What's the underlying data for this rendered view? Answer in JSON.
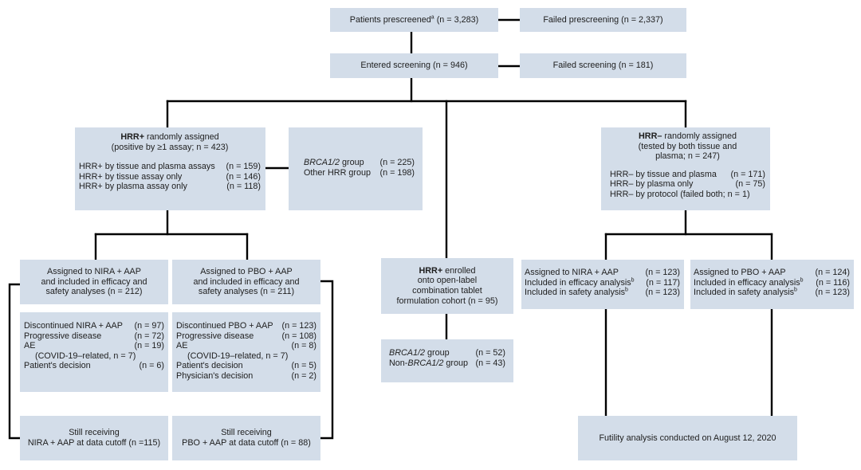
{
  "colors": {
    "box_fill": "#d3dde9",
    "connector": "#000000",
    "text": "#1e1e1e"
  },
  "boxes": {
    "prescreened": {
      "label": "Patients prescreened",
      "sup": "a",
      "count": "(n = 3,283)"
    },
    "failed_prescreening": {
      "text": "Failed prescreening (n = 2,337)"
    },
    "entered_screening": {
      "text": "Entered screening (n = 946)"
    },
    "failed_screening": {
      "text": "Failed screening (n = 181)"
    },
    "hrr_pos": {
      "title_bold": "HRR+",
      "title_rest": " randomly assigned",
      "subtitle": "(positive by ≥1 assay; n = 423)",
      "rows": [
        {
          "label": "HRR+ by tissue and plasma assays",
          "value": "(n = 159)"
        },
        {
          "label": "HRR+ by tissue assay only",
          "value": "(n = 146)"
        },
        {
          "label": "HRR+ by plasma assay only",
          "value": "(n = 118)"
        }
      ]
    },
    "brca_group": {
      "rows": [
        {
          "label_italic": "BRCA1/2",
          "label_rest": " group",
          "value": "(n = 225)"
        },
        {
          "label": "Other HRR group",
          "value": "(n = 198)"
        }
      ]
    },
    "hrr_neg": {
      "title_bold": "HRR–",
      "title_rest": " randomly assigned",
      "line2": "(tested by both tissue and",
      "line3": "plasma; n = 247)",
      "rows": [
        {
          "label": "HRR– by tissue and plasma",
          "value": "(n = 171)"
        },
        {
          "label": "HRR– by plasma only",
          "value": "(n = 75)"
        },
        {
          "label": "HRR– by protocol (failed both; n = 1)"
        }
      ]
    },
    "nira_aap": {
      "lines": [
        "Assigned to NIRA + AAP",
        "and included in efficacy and",
        "safety analyses (n = 212)"
      ]
    },
    "pbo_aap": {
      "lines": [
        "Assigned to PBO + AAP",
        "and included in efficacy and",
        "safety analyses (n = 211)"
      ]
    },
    "cohort": {
      "title_bold": "HRR+",
      "title_rest": " enrolled",
      "lines": [
        "onto open-label",
        "combination tablet",
        "formulation cohort (n = 95)"
      ]
    },
    "neg_nira": {
      "rows": [
        {
          "label": "Assigned to NIRA + AAP",
          "value": "(n = 123)"
        },
        {
          "label": "Included in efficacy analysis",
          "sup": "b",
          "value": "(n = 117)"
        },
        {
          "label": "Included in safety analysis",
          "sup": "b",
          "value": "(n = 123)"
        }
      ]
    },
    "neg_pbo": {
      "rows": [
        {
          "label": "Assigned to PBO + AAP",
          "value": "(n = 124)"
        },
        {
          "label": "Included in efficacy analysis",
          "sup": "b",
          "value": "(n = 116)"
        },
        {
          "label": "Included in safety analysis",
          "sup": "b",
          "value": "(n = 123)"
        }
      ]
    },
    "disc_nira": {
      "rows": [
        {
          "label": "Discontinued NIRA + AAP",
          "value": "(n = 97)"
        },
        {
          "label": "Progressive disease",
          "value": "(n = 72)"
        },
        {
          "label": "AE",
          "value": "(n = 19)"
        },
        {
          "label": "(COVID-19–related, n = 7)"
        },
        {
          "label": "Patient's decision",
          "value": "(n = 6)"
        }
      ]
    },
    "disc_pbo": {
      "rows": [
        {
          "label": "Discontinued PBO + AAP",
          "value": "(n = 123)"
        },
        {
          "label": "Progressive disease",
          "value": "(n = 108)"
        },
        {
          "label": "AE",
          "value": "(n = 8)"
        },
        {
          "label": "(COVID-19–related, n = 7)"
        },
        {
          "label": "Patient's decision",
          "value": "(n = 5)"
        },
        {
          "label": "Physician's decision",
          "value": "(n = 2)"
        }
      ]
    },
    "cohort_groups": {
      "rows": [
        {
          "label_italic": "BRCA1/2",
          "label_rest": " group",
          "value": "(n = 52)"
        },
        {
          "label_pre": "Non-",
          "label_italic": "BRCA1/2",
          "label_rest": " group",
          "value": "(n = 43)"
        }
      ]
    },
    "still_nira": {
      "lines": [
        "Still receiving",
        "NIRA + AAP at data cutoff (n =115)"
      ]
    },
    "still_pbo": {
      "lines": [
        "Still receiving",
        "PBO + AAP at data cutoff (n = 88)"
      ]
    },
    "futility": {
      "text": "Futility analysis conducted on August 12, 2020"
    }
  }
}
